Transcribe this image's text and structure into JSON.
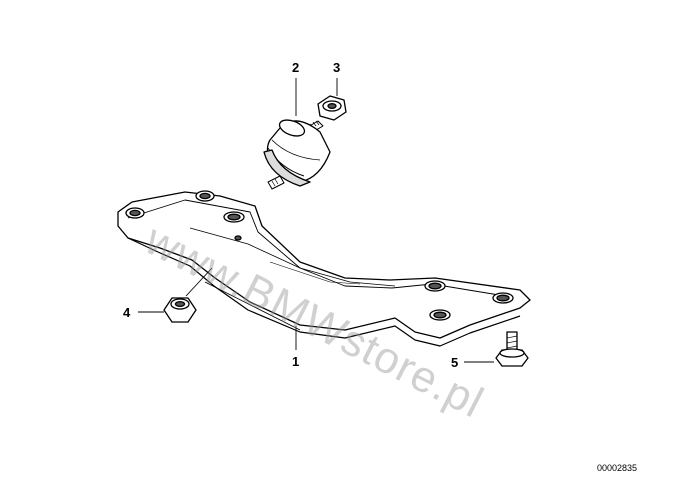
{
  "diagram": {
    "watermark": "www.BMWstore.pl",
    "diagram_id": "00002835",
    "callouts": [
      "1",
      "2",
      "3",
      "4",
      "5"
    ]
  },
  "colors": {
    "line": "#000000",
    "watermark": "#969696",
    "part_fill": "#ffffff",
    "shade": "#555555"
  }
}
